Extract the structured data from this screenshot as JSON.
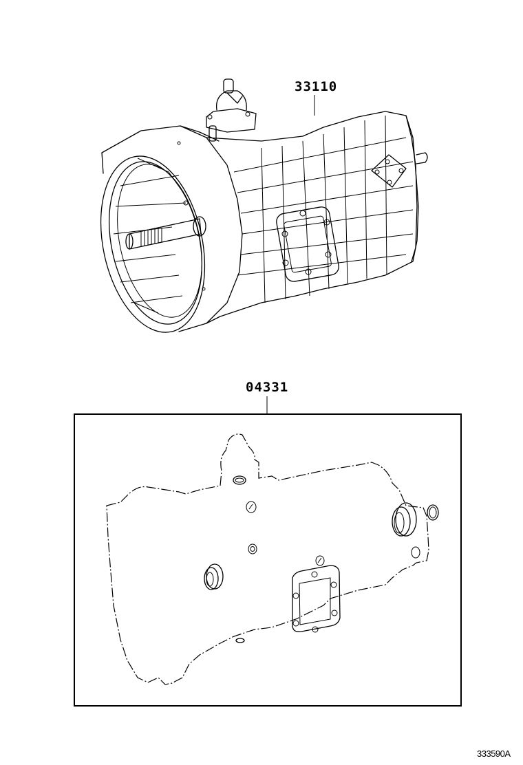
{
  "diagram": {
    "type": "exploded parts illustration",
    "subject": "manual transmission assembly",
    "parts": [
      {
        "part_number": "33110",
        "description": "transmission assembly",
        "label_color": "#000000"
      },
      {
        "part_number": "04331",
        "description": "gasket kit (boxed group)",
        "label_color": "#000000"
      }
    ],
    "figure_id": "333590A"
  }
}
